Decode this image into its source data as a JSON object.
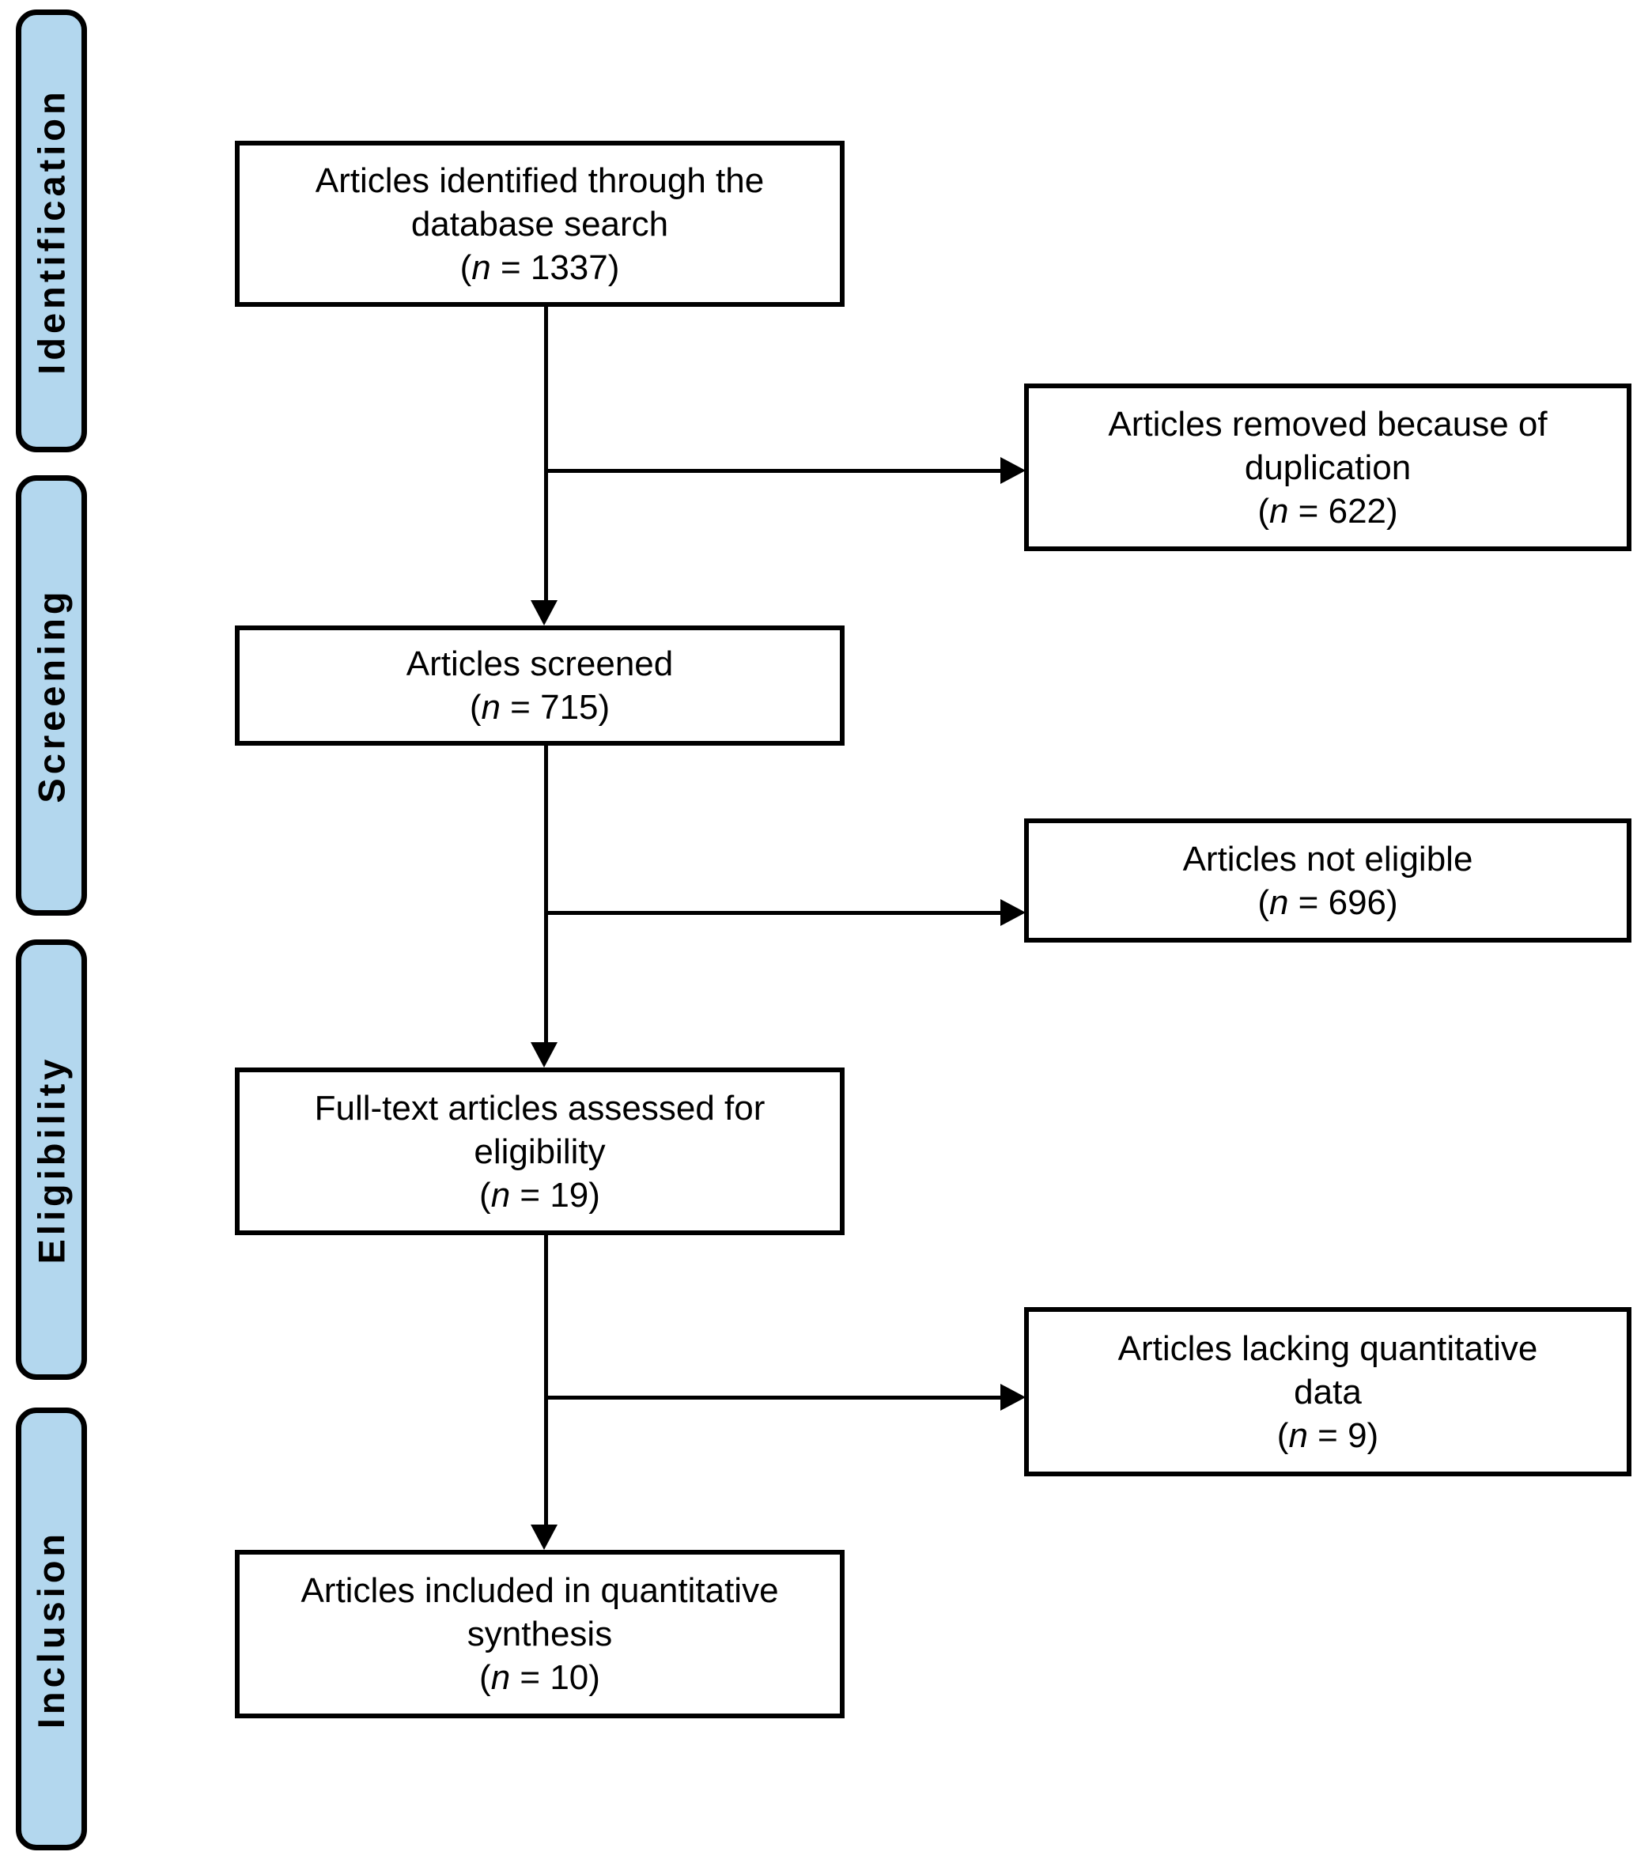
{
  "diagram": {
    "n_symbol": "n",
    "stages": [
      {
        "label": "Identification"
      },
      {
        "label": "Screening"
      },
      {
        "label": "Eligibility"
      },
      {
        "label": "Inclusion"
      }
    ],
    "boxes": [
      {
        "name": "identified",
        "label_lines": [
          "Articles identified through the",
          "database search"
        ],
        "count": "(n = 1337)"
      },
      {
        "name": "removed-duplication",
        "label_lines": [
          "Articles removed because of",
          "duplication"
        ],
        "count": "(n = 622)"
      },
      {
        "name": "screened",
        "label_lines": [
          "Articles screened"
        ],
        "count": "(n = 715)"
      },
      {
        "name": "not-eligible",
        "label_lines": [
          "Articles not eligible"
        ],
        "count": "(n = 696)"
      },
      {
        "name": "fulltext-assessed",
        "label_lines": [
          "Full-text articles assessed for",
          "eligibility"
        ],
        "count": "(n = 19)"
      },
      {
        "name": "lacking-quantitative-data",
        "label_lines": [
          "Articles lacking quantitative",
          "data"
        ],
        "count": "(n = 9)"
      },
      {
        "name": "included-quantitative-synthesis",
        "label_lines": [
          "Articles included in quantitative",
          "synthesis"
        ],
        "count": "(n = 10)"
      }
    ],
    "colors": {
      "stage_fill": "#b3d7ee",
      "stage_border": "#000000",
      "box_fill": "#ffffff",
      "box_border": "#000000",
      "connector": "#000000",
      "text": "#000000"
    }
  }
}
